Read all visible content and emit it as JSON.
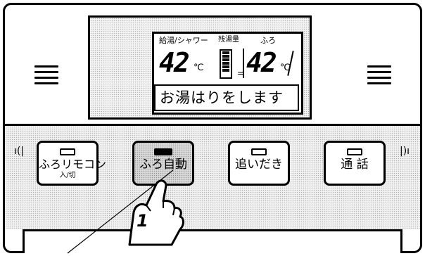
{
  "display": {
    "label_supply": "給湯/シャワー",
    "label_remaining": "残湯量",
    "label_bath": "ふろ",
    "temp_supply": "42",
    "temp_bath": "42",
    "unit": "℃",
    "message": "お湯はりをします",
    "remaining_level": 0.85
  },
  "buttons": [
    {
      "label": "ふろリモコン",
      "sub": "入/切",
      "pressed": false
    },
    {
      "label": "ふろ自動",
      "pressed": true
    },
    {
      "label": "追いだき",
      "pressed": false
    },
    {
      "label": "通 話",
      "pressed": false
    }
  ],
  "step_marker": "1",
  "colors": {
    "ink": "#000000",
    "screen": "#ffffff",
    "pressed": "#d9d9d9"
  }
}
